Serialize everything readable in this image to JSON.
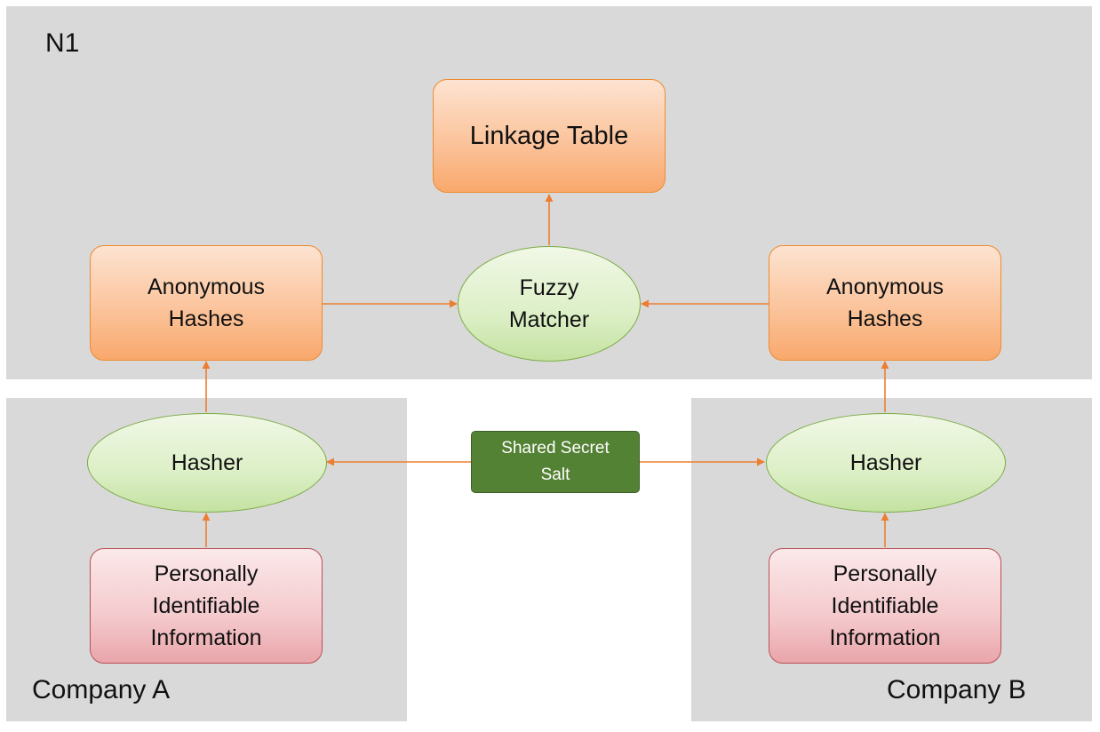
{
  "regions": {
    "n1": "N1",
    "company_a": "Company A",
    "company_b": "Company B"
  },
  "nodes": {
    "linkage_table": "Linkage Table",
    "fuzzy_matcher": "Fuzzy\nMatcher",
    "anon_hashes_a": "Anonymous\nHashes",
    "anon_hashes_b": "Anonymous\nHashes",
    "hasher_a": "Hasher",
    "hasher_b": "Hasher",
    "shared_salt": "Shared Secret\nSalt",
    "pii_a": "Personally\nIdentifiable\nInformation",
    "pii_b": "Personally\nIdentifiable\nInformation"
  },
  "colors": {
    "region_fill": "#d9d9d9",
    "arrow": "#ed7d31",
    "process_border": "#ee8a2f",
    "ellipse_border": "#7aab44",
    "pii_border": "#b85158",
    "salt_fill": "#548235"
  }
}
